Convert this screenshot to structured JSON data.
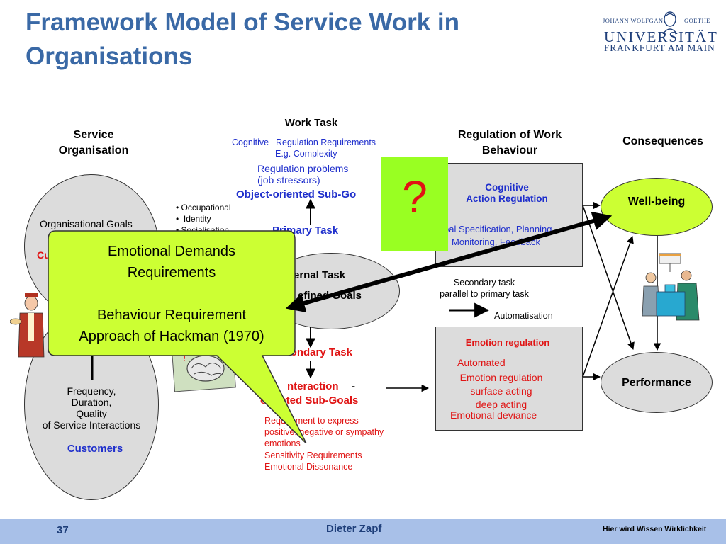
{
  "title": "Framework Model of Service Work in Organisations",
  "logo": {
    "left_top": "JOHANN WOLFGANG",
    "right_top": "GOETHE",
    "main": "UNIVERSITÄT",
    "sub": "FRANKFURT AM MAIN"
  },
  "columns": {
    "service_org": "Service Organisation",
    "work_task": "Work Task",
    "regulation": "Regulation of Work Behaviour",
    "consequences": "Consequences"
  },
  "service_org": {
    "org_goals": "Organisational Goals",
    "freq1": "Frequency,",
    "freq2": "Duration,",
    "freq3": "Quality",
    "freq4": "of Service Interactions",
    "customers": "Customers",
    "customers_partial": "Cu"
  },
  "work_task": {
    "cognitive_req": "Cognitive",
    "regulation_req": "Regulation Requirements",
    "eg_complexity": "E.g. Complexity",
    "reg_problems1": "Regulation problems",
    "reg_problems2": "(job stressors)",
    "object_oriented": "Object-oriented Sub-Go",
    "occupational": "Occupational",
    "identity": "Identity",
    "socialisation": "Socialisation",
    "primary_task": "Primary Task",
    "internal_task": "ernal Task",
    "defined_goals": "efined Goals",
    "secondary_task": "econdary Task",
    "interaction": "nteraction",
    "interaction_dash": "-",
    "oriented_subgoals": "oriented Sub-Goals",
    "req_express1": "Requirement to express",
    "req_express2": "positive, negative or sympathy",
    "req_express3": "emotions",
    "sensitivity": "Sensitivity Requirements",
    "dissonance": "Emotional Dissonance"
  },
  "regulation": {
    "cognitive1": "Cognitive",
    "cognitive2": "Action Regulation",
    "goal_spec": "oal Specification, Planning,",
    "monitoring": "Monitoring, Feedback",
    "secondary_parallel1": "Secondary task",
    "secondary_parallel2": "parallel to primary task",
    "automatisation": "Automatisation",
    "emotion_regulation_title": "Emotion regulation",
    "automated": "Automated",
    "emotion_regulation": "Emotion regulation",
    "surface": "surface acting",
    "deep": "deep acting",
    "deviance": "Emotional deviance"
  },
  "consequences": {
    "wellbeing": "Well-being",
    "performance": "Performance"
  },
  "question_mark": "?",
  "callout": {
    "line1": "Emotional Demands",
    "line2": "Requirements",
    "line3": "Behaviour Requirement",
    "line4": "Approach of Hackman (1970)"
  },
  "footer": {
    "page": "37",
    "author": "Dieter Zapf",
    "slogan": "Hier wird Wissen Wirklichkeit"
  },
  "colors": {
    "title": "#3a69a6",
    "green": "#ccff33",
    "callout": "#ccff33",
    "question_box": "#99ff22",
    "red": "#e01414",
    "blue": "#1f2fcc",
    "footer": "#a8c0e8"
  }
}
